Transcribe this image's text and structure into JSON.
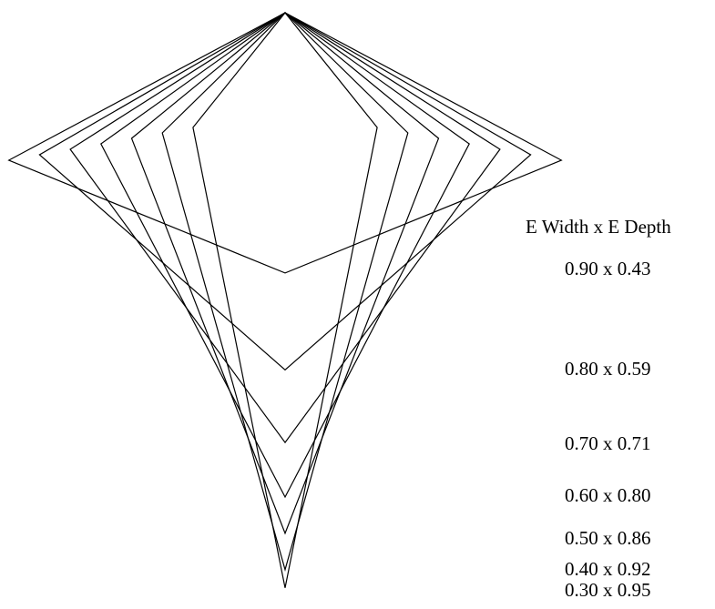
{
  "legend_header": "E Width x E Depth",
  "line_color": "#000000",
  "background_color": "#ffffff",
  "shapes": [
    {
      "label": "0.90 x 0.43",
      "width": 0.9,
      "depth": 0.43
    },
    {
      "label": "0.80 x 0.59",
      "width": 0.8,
      "depth": 0.59
    },
    {
      "label": "0.70 x 0.71",
      "width": 0.7,
      "depth": 0.71
    },
    {
      "label": "0.60 x 0.80",
      "width": 0.6,
      "depth": 0.8
    },
    {
      "label": "0.50 x 0.86",
      "width": 0.5,
      "depth": 0.86
    },
    {
      "label": "0.40 x 0.92",
      "width": 0.4,
      "depth": 0.92
    },
    {
      "label": "0.30 x 0.95",
      "width": 0.3,
      "depth": 0.95
    }
  ]
}
